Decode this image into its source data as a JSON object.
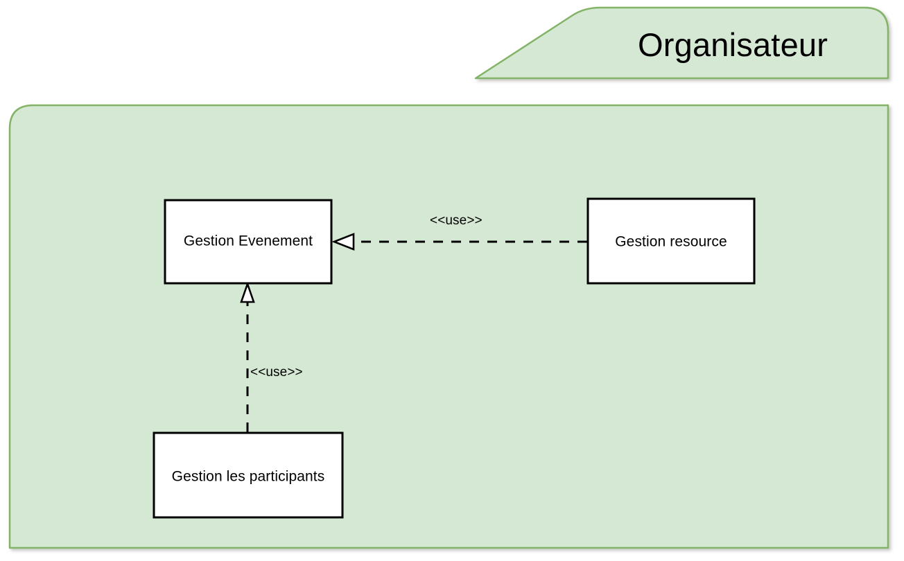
{
  "diagram": {
    "type": "uml-package-diagram",
    "package": {
      "title": "Organisateur",
      "fill_color": "#d5e8d4",
      "border_color": "#82b366"
    },
    "nodes": [
      {
        "id": "gestion-evenement",
        "label": "Gestion Evenement",
        "fill_color": "#ffffff",
        "border_color": "#000000"
      },
      {
        "id": "gestion-resource",
        "label": "Gestion resource",
        "fill_color": "#ffffff",
        "border_color": "#000000"
      },
      {
        "id": "gestion-les-participants",
        "label": "Gestion les participants",
        "fill_color": "#ffffff",
        "border_color": "#000000"
      }
    ],
    "edges": [
      {
        "id": "edge-resource-to-evenement",
        "stereotype": "<<use>>",
        "from": "gestion-resource",
        "to": "gestion-evenement",
        "style": "dashed",
        "arrowhead": "hollow-triangle",
        "direction": "right-to-left"
      },
      {
        "id": "edge-participants-to-evenement",
        "stereotype": "<<use>>",
        "from": "gestion-les-participants",
        "to": "gestion-evenement",
        "style": "dashed",
        "arrowhead": "hollow-triangle",
        "direction": "bottom-to-top"
      }
    ]
  }
}
